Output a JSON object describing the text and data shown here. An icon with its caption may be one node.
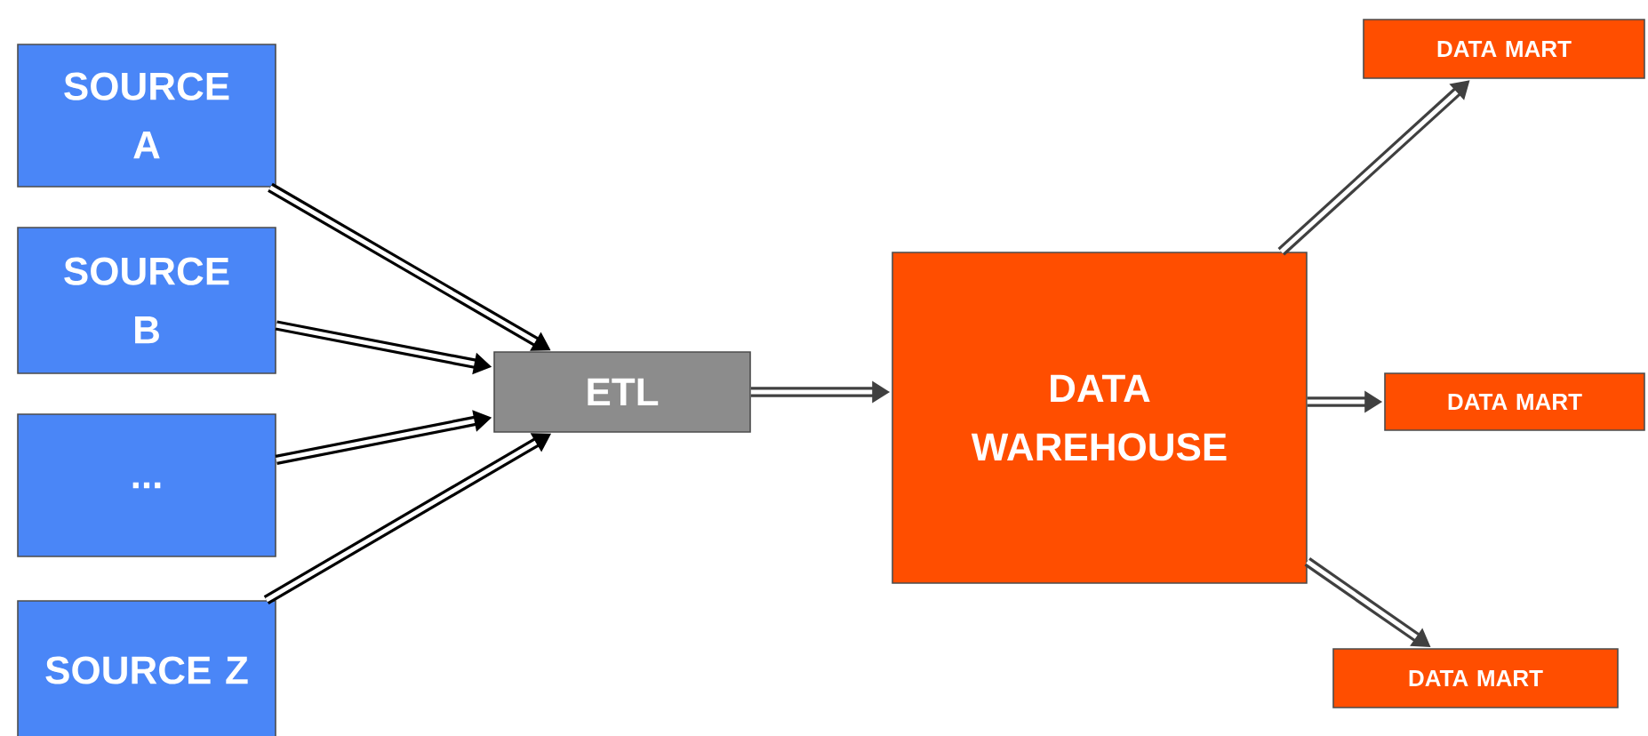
{
  "diagram": {
    "nodes": [
      {
        "text": [
          "SOURCE A"
        ]
      },
      {
        "text": [
          "SOURCE B"
        ]
      },
      {
        "text": [
          "..."
        ]
      },
      {
        "text": [
          "SOURCE Z"
        ]
      },
      {
        "text": [
          "ETL"
        ]
      },
      {
        "text": [
          "DATA WAREHOUSE"
        ]
      },
      {
        "text": [
          "DATA MART"
        ]
      },
      {
        "text": [
          "DATA MART"
        ]
      },
      {
        "text": [
          "DATA MART"
        ]
      }
    ],
    "edges": [
      {
        "from": 0,
        "to": 4,
        "arrow": "to"
      },
      {
        "from": 1,
        "to": 4,
        "arrow": "to"
      },
      {
        "from": 2,
        "to": 4,
        "arrow": "to"
      },
      {
        "from": 3,
        "to": 4,
        "arrow": "to"
      },
      {
        "from": 4,
        "to": 5,
        "arrow": "to",
        "color": "#404040"
      },
      {
        "from": 5,
        "to": 6,
        "arrow": "to",
        "color": "#404040"
      },
      {
        "from": 5,
        "to": 7,
        "arrow": "to",
        "color": "#404040"
      },
      {
        "from": 5,
        "to": 8,
        "arrow": "to",
        "color": "#404040"
      }
    ]
  }
}
